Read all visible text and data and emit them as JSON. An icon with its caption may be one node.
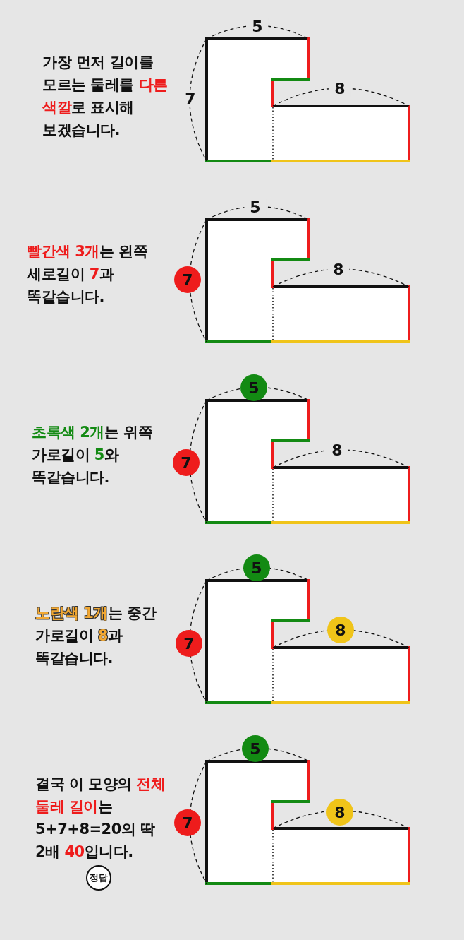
{
  "diagram": {
    "nodes": [
      {
        "text": [
          "7"
        ]
      },
      {
        "text": [
          "5"
        ]
      },
      {
        "text": [
          "7"
        ]
      },
      {
        "text": [
          "5"
        ]
      },
      {
        "text": [
          "7"
        ]
      },
      {
        "text": [
          "8"
        ]
      },
      {
        "text": [
          "5"
        ]
      },
      {
        "text": [
          "7"
        ]
      },
      {
        "text": [
          "8"
        ]
      },
      {
        "text": [
          "정답"
        ]
      }
    ],
    "labels": [
      "5",
      "가장 먼저 길이를 모르는 둘레를 **다른 색깔**로 표시해 보겠습니다.",
      "7",
      "8",
      "5",
      "**빨간색 3개**는 왼쪽 세로길이 **7**과 똑같습니다.",
      "8",
      "**초록색 2개**는 위쪽 가로길이 **5**와 똑같습니다.",
      "8",
      "**노란색 1개**는 중간 가로길이 **8**과 똑같습니다.",
      "결국 이 모양의 **전체 둘레 길이**는 5+7+8=20의 딱 2배 **40**입니다."
    ]
  }
}
